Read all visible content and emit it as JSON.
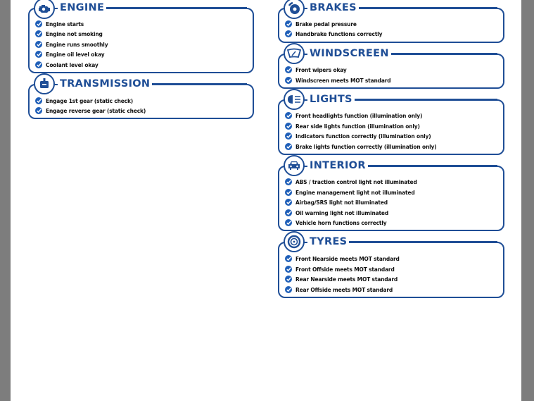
{
  "colors": {
    "accent": "#1f4e96",
    "check": "#1f5fb8",
    "viewer_bg": "#7d7d7d",
    "page_bg": "#ffffff"
  },
  "sections": {
    "engine": {
      "title": "ENGINE",
      "icon": "engine-icon",
      "items": [
        "Engine starts",
        "Engine not smoking",
        "Engine runs smoothly",
        "Engine oil level okay",
        "Coolant level okay"
      ]
    },
    "transmission": {
      "title": "TRANSMISSION",
      "icon": "gearbox-icon",
      "items": [
        "Engage 1st gear (static check)",
        "Engage reverse gear (static check)"
      ]
    },
    "brakes": {
      "title": "BRAKES",
      "icon": "brake-disc-icon",
      "items": [
        "Brake pedal pressure",
        "Handbrake functions correctly"
      ]
    },
    "windscreen": {
      "title": "WINDSCREEN",
      "icon": "windscreen-icon",
      "items": [
        "Front wipers okay",
        "Windscreen meets MOT standard"
      ]
    },
    "lights": {
      "title": "LIGHTS",
      "icon": "headlight-icon",
      "items": [
        "Front headlights function (illumination only)",
        "Rear side lights function (illumination only)",
        "Indicators function correctly (illumination only)",
        "Brake lights function correctly (illumination only)"
      ]
    },
    "interior": {
      "title": "INTERIOR",
      "icon": "car-front-icon",
      "items": [
        "ABS / traction control light not illuminated",
        "Engine management light not illuminated",
        "Airbag/SRS light not illuminated",
        "Oil warning light not illuminated",
        "Vehicle horn functions correctly"
      ]
    },
    "tyres": {
      "title": "TYRES",
      "icon": "tyre-icon",
      "items": [
        "Front Nearside meets MOT standard",
        "Front Offside meets MOT standard",
        "Rear Nearside meets MOT standard",
        "Rear Offside meets MOT standard"
      ]
    }
  }
}
